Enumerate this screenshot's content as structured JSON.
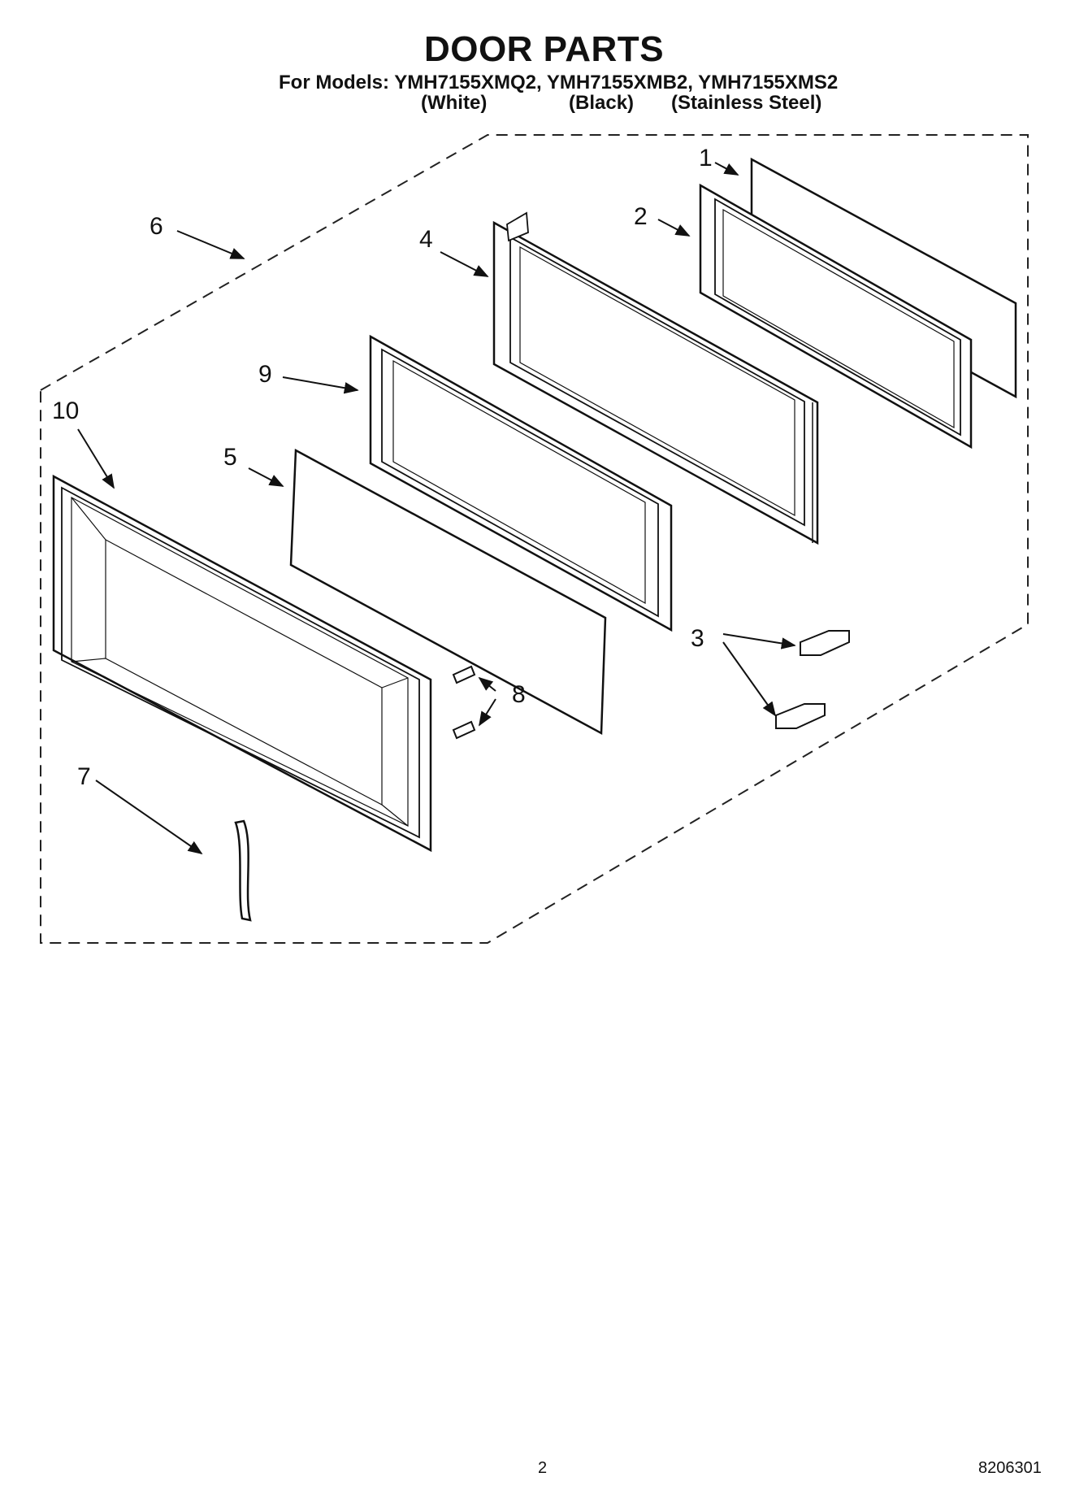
{
  "header": {
    "title": "DOOR PARTS",
    "models_line": "For Models: YMH7155XMQ2, YMH7155XMB2, YMH7155XMS2",
    "variants": [
      "(White)",
      "(Black)",
      "(Stainless Steel)"
    ]
  },
  "diagram": {
    "callouts": [
      "1",
      "2",
      "3",
      "4",
      "5",
      "6",
      "7",
      "8",
      "9",
      "10"
    ]
  },
  "footer": {
    "page_number": "2",
    "doc_number": "8206301"
  }
}
